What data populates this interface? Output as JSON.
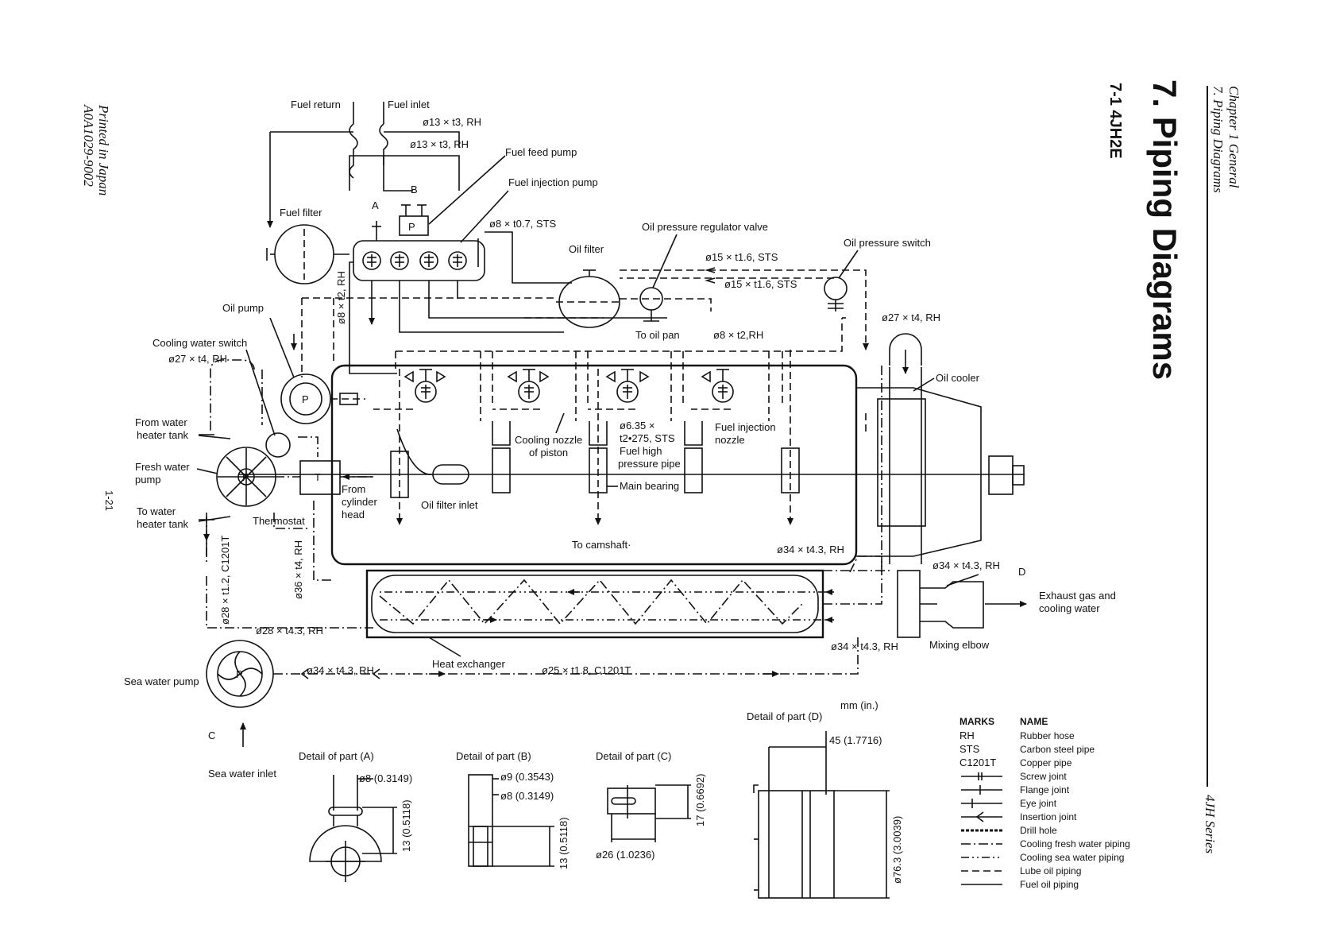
{
  "header": {
    "chapter": "Chapter 1 General",
    "section": "7. Piping Diagrams",
    "title": "7. Piping Diagrams",
    "subtitle": "7-1 4JH2E",
    "series": "4JH Series",
    "printed": "Printed in Japan",
    "code": "A0A1029-9002",
    "page": "1-21"
  },
  "labels": {
    "fuel_return": "Fuel return",
    "fuel_inlet": "Fuel inlet",
    "pipe_13a": "ø13 × t3, RH",
    "pipe_13b": "ø13 × t3, RH",
    "fuel_feed_pump": "Fuel feed pump",
    "fuel_injection_pump": "Fuel injection pump",
    "fuel_filter": "Fuel filter",
    "mark_a": "A",
    "mark_b": "B",
    "mark_c": "C",
    "mark_d": "D",
    "pipe_8_107": "ø8 × t0.7, STS",
    "oil_pressure_regulator": "Oil pressure regulator valve",
    "oil_filter": "Oil filter",
    "oil_pressure_switch": "Oil pressure switch",
    "pipe_15a": "ø15 × t1.6, STS",
    "pipe_15b": "ø15 × t1.6, STS",
    "oil_pump": "Oil pump",
    "pipe_8_12_vert": "ø8 × t2, RH",
    "to_oil_pan": "To oil pan",
    "pipe_8_12": "ø8 × t2,RH",
    "pipe_27_right": "ø27 × t4, RH",
    "oil_cooler": "Oil cooler",
    "cooling_water_switch": "Cooling water switch",
    "pipe_27_left": "ø27 × t4, RH",
    "from_water_heater_1": "From water",
    "from_water_heater_2": "heater tank",
    "fresh_water_pump_1": "Fresh water",
    "fresh_water_pump_2": "pump",
    "to_water_heater_1": "To water",
    "to_water_heater_2": "heater tank",
    "thermostat": "Thermostat",
    "from_cyl_1": "From",
    "from_cyl_2": "cylinder",
    "from_cyl_3": "head",
    "cooling_nozzle_1": "Cooling nozzle",
    "cooling_nozzle_2": "of piston",
    "pipe_635_1": "ø6.35 ×",
    "pipe_635_2": "t2•275, STS",
    "fuel_high_1": "Fuel high",
    "fuel_high_2": "pressure pipe",
    "fuel_injection_nozzle_1": "Fuel injection",
    "fuel_injection_nozzle_2": "nozzle",
    "main_bearing": "Main bearing",
    "oil_filter_inlet": "Oil filter inlet",
    "to_camshaft": "To camshaft·",
    "pipe_34_a": "ø34 × t4.3, RH",
    "pipe_34_b": "ø34 × t4.3, RH",
    "pipe_34_c": "ø34 × t4.3, RH",
    "pipe_34_d": "ø34 × t4.3, RH",
    "pipe_36": "ø36 × t4, RH",
    "pipe_28_c1201t": "ø28 × t1.2, C1201T",
    "pipe_28_43": "ø28 × t4.3, RH",
    "exhaust_1": "Exhaust gas and",
    "exhaust_2": "cooling water",
    "mixing_elbow": "Mixing elbow",
    "heat_exchanger": "Heat exchanger",
    "sea_water_pump": "Sea water pump",
    "pipe_25": "ø25 × t1.8, C1201T",
    "sea_water_inlet": "Sea water inlet",
    "pump_p": "P",
    "therm_t": "T"
  },
  "details": {
    "units": "mm (in.)",
    "a_title": "Detail of part (A)",
    "a_dim1": "ø8 (0.3149)",
    "a_dim2": "13 (0.5118)",
    "b_title": "Detail of part (B)",
    "b_dim1": "ø9 (0.3543)",
    "b_dim2": "ø8 (0.3149)",
    "b_dim3": "13 (0.5118)",
    "c_title": "Detail of part (C)",
    "c_dim1": "17 (0.6692)",
    "c_dim2": "ø26 (1.0236)",
    "d_title": "Detail of part (D)",
    "d_dim1": "45 (1.7716)",
    "d_dim2": "ø76.3 (3.0039)"
  },
  "legend": {
    "marks_header": "MARKS",
    "name_header": "NAME",
    "rows": [
      {
        "mark": "RH",
        "name": "Rubber hose"
      },
      {
        "mark": "STS",
        "name": "Carbon steel pipe"
      },
      {
        "mark": "C1201T",
        "name": "Copper pipe"
      },
      {
        "mark": "",
        "name": "Screw joint"
      },
      {
        "mark": "",
        "name": "Flange joint"
      },
      {
        "mark": "",
        "name": "Eye joint"
      },
      {
        "mark": "",
        "name": "Insertion joint"
      },
      {
        "mark": "",
        "name": "Drill hole"
      },
      {
        "mark": "",
        "name": "Cooling fresh water piping"
      },
      {
        "mark": "",
        "name": "Cooling sea water piping"
      },
      {
        "mark": "",
        "name": "Lube oil piping"
      },
      {
        "mark": "",
        "name": "Fuel oil piping"
      }
    ]
  }
}
